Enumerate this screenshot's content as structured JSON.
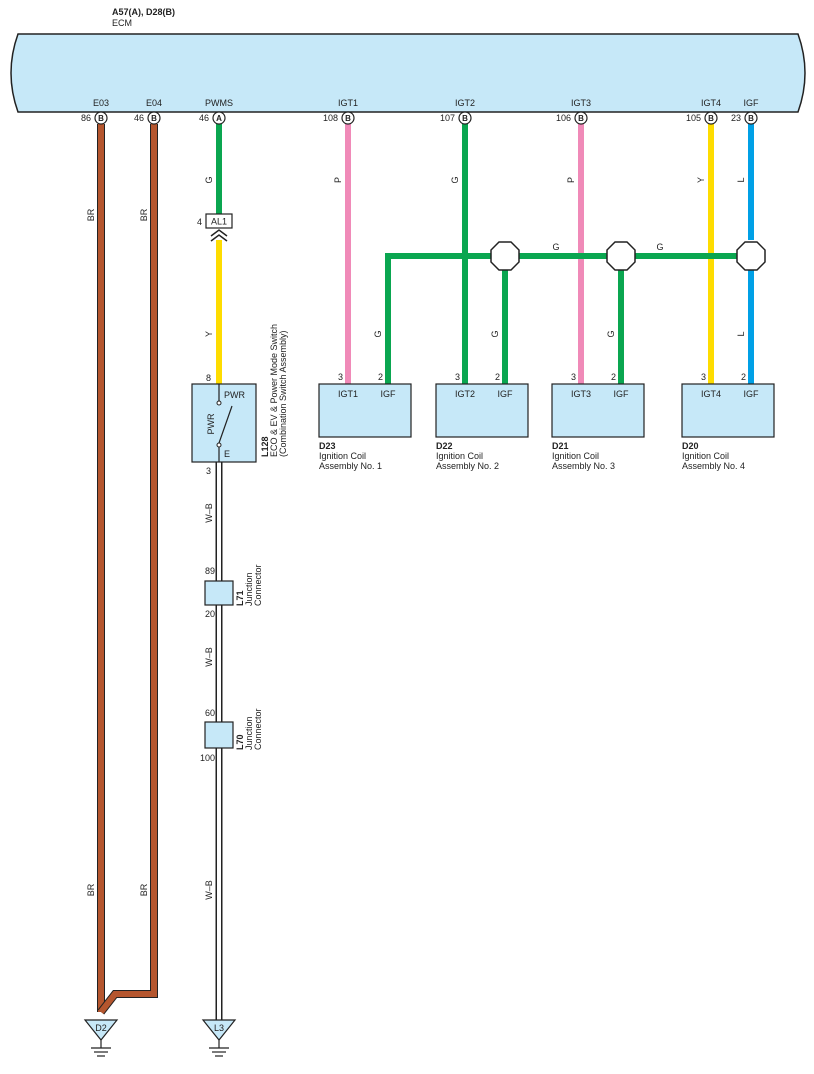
{
  "ecm": {
    "connectors_label": "A57(A), D28(B)",
    "name": "ECM",
    "pins": [
      {
        "terminal": "E03",
        "pin": "86",
        "connector": "B"
      },
      {
        "terminal": "E04",
        "pin": "46",
        "connector": "B"
      },
      {
        "terminal": "PWMS",
        "pin": "46",
        "connector": "A"
      },
      {
        "terminal": "IGT1",
        "pin": "108",
        "connector": "B"
      },
      {
        "terminal": "IGT2",
        "pin": "107",
        "connector": "B"
      },
      {
        "terminal": "IGT3",
        "pin": "106",
        "connector": "B"
      },
      {
        "terminal": "IGT4",
        "pin": "105",
        "connector": "B"
      },
      {
        "terminal": "IGF",
        "pin": "23",
        "connector": "B"
      }
    ]
  },
  "colors": {
    "BR": "#b5562e",
    "G": "#0aa650",
    "P": "#f08ab8",
    "Y": "#fedc00",
    "L": "#00a0e6",
    "W-B": "#ffffff",
    "ecm_fill": "#c6e8f8",
    "box_fill": "#c6e8f8"
  },
  "wire_labels": {
    "br": "BR",
    "g": "G",
    "p": "P",
    "y": "Y",
    "l": "L",
    "wb": "W–B"
  },
  "al1": {
    "pin": "4",
    "label": "AL1"
  },
  "switch": {
    "code": "L128",
    "name": "ECO & EV & Power Mode Switch",
    "sub": "(Combination Switch Assembly)",
    "pin_top": "8",
    "pin_bottom": "3",
    "term_top": "PWR",
    "term_side": "PWR",
    "term_bottom": "E"
  },
  "junctions": [
    {
      "code": "L71",
      "name": "Junction",
      "name2": "Connector",
      "pin_top": "89",
      "pin_bottom": "20"
    },
    {
      "code": "L70",
      "name": "Junction",
      "name2": "Connector",
      "pin_top": "60",
      "pin_bottom": "100"
    }
  ],
  "coils": [
    {
      "code": "D23",
      "line1": "Ignition Coil",
      "line2": "Assembly No.  1",
      "pin_a": "3",
      "pin_b": "2",
      "term_a": "IGT1",
      "term_b": "IGF"
    },
    {
      "code": "D22",
      "line1": "Ignition Coil",
      "line2": "Assembly No.  2",
      "pin_a": "3",
      "pin_b": "2",
      "term_a": "IGT2",
      "term_b": "IGF"
    },
    {
      "code": "D21",
      "line1": "Ignition Coil",
      "line2": "Assembly No.  3",
      "pin_a": "3",
      "pin_b": "2",
      "term_a": "IGT3",
      "term_b": "IGF"
    },
    {
      "code": "D20",
      "line1": "Ignition Coil",
      "line2": "Assembly No.  4",
      "pin_a": "3",
      "pin_b": "2",
      "term_a": "IGT4",
      "term_b": "IGF"
    }
  ],
  "grounds": [
    {
      "label": "D2"
    },
    {
      "label": "L3"
    }
  ]
}
